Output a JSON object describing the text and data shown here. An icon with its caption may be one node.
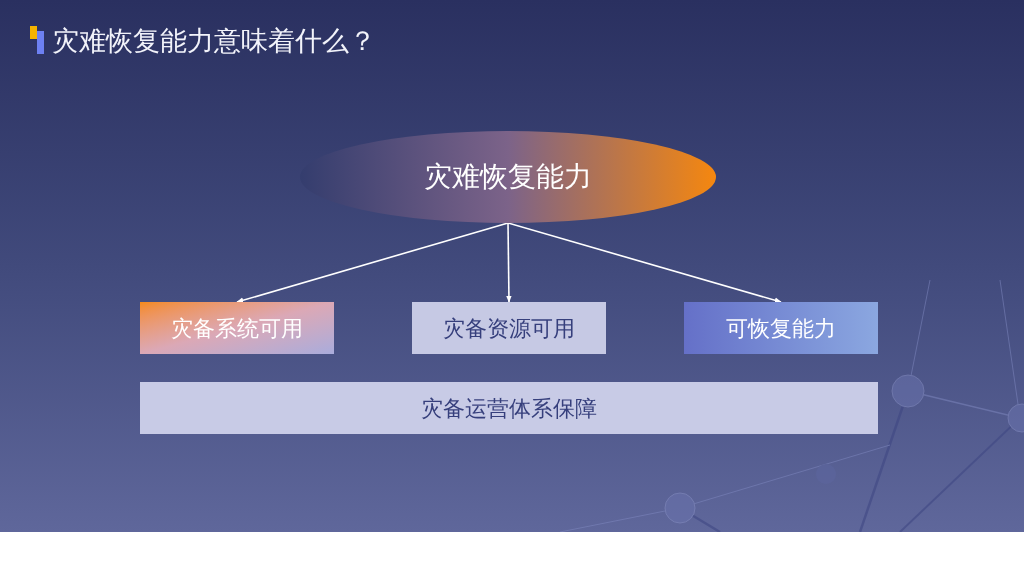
{
  "diagram": {
    "title": "灾难恢复能力意味着什么？",
    "nodes": [
      {
        "text": [
          "灾难恢复能力"
        ]
      },
      {
        "text": [
          "灾备系统可用"
        ]
      },
      {
        "text": [
          "灾备资源可用"
        ]
      },
      {
        "text": [
          "可恢复能力"
        ]
      },
      {
        "text": [
          "灾备运营体系保障"
        ]
      }
    ],
    "edges": [
      {
        "from": 0,
        "to": 1,
        "arrow": "to"
      },
      {
        "from": 0,
        "to": 2,
        "arrow": "to"
      },
      {
        "from": 0,
        "to": 3,
        "arrow": "to"
      }
    ]
  }
}
